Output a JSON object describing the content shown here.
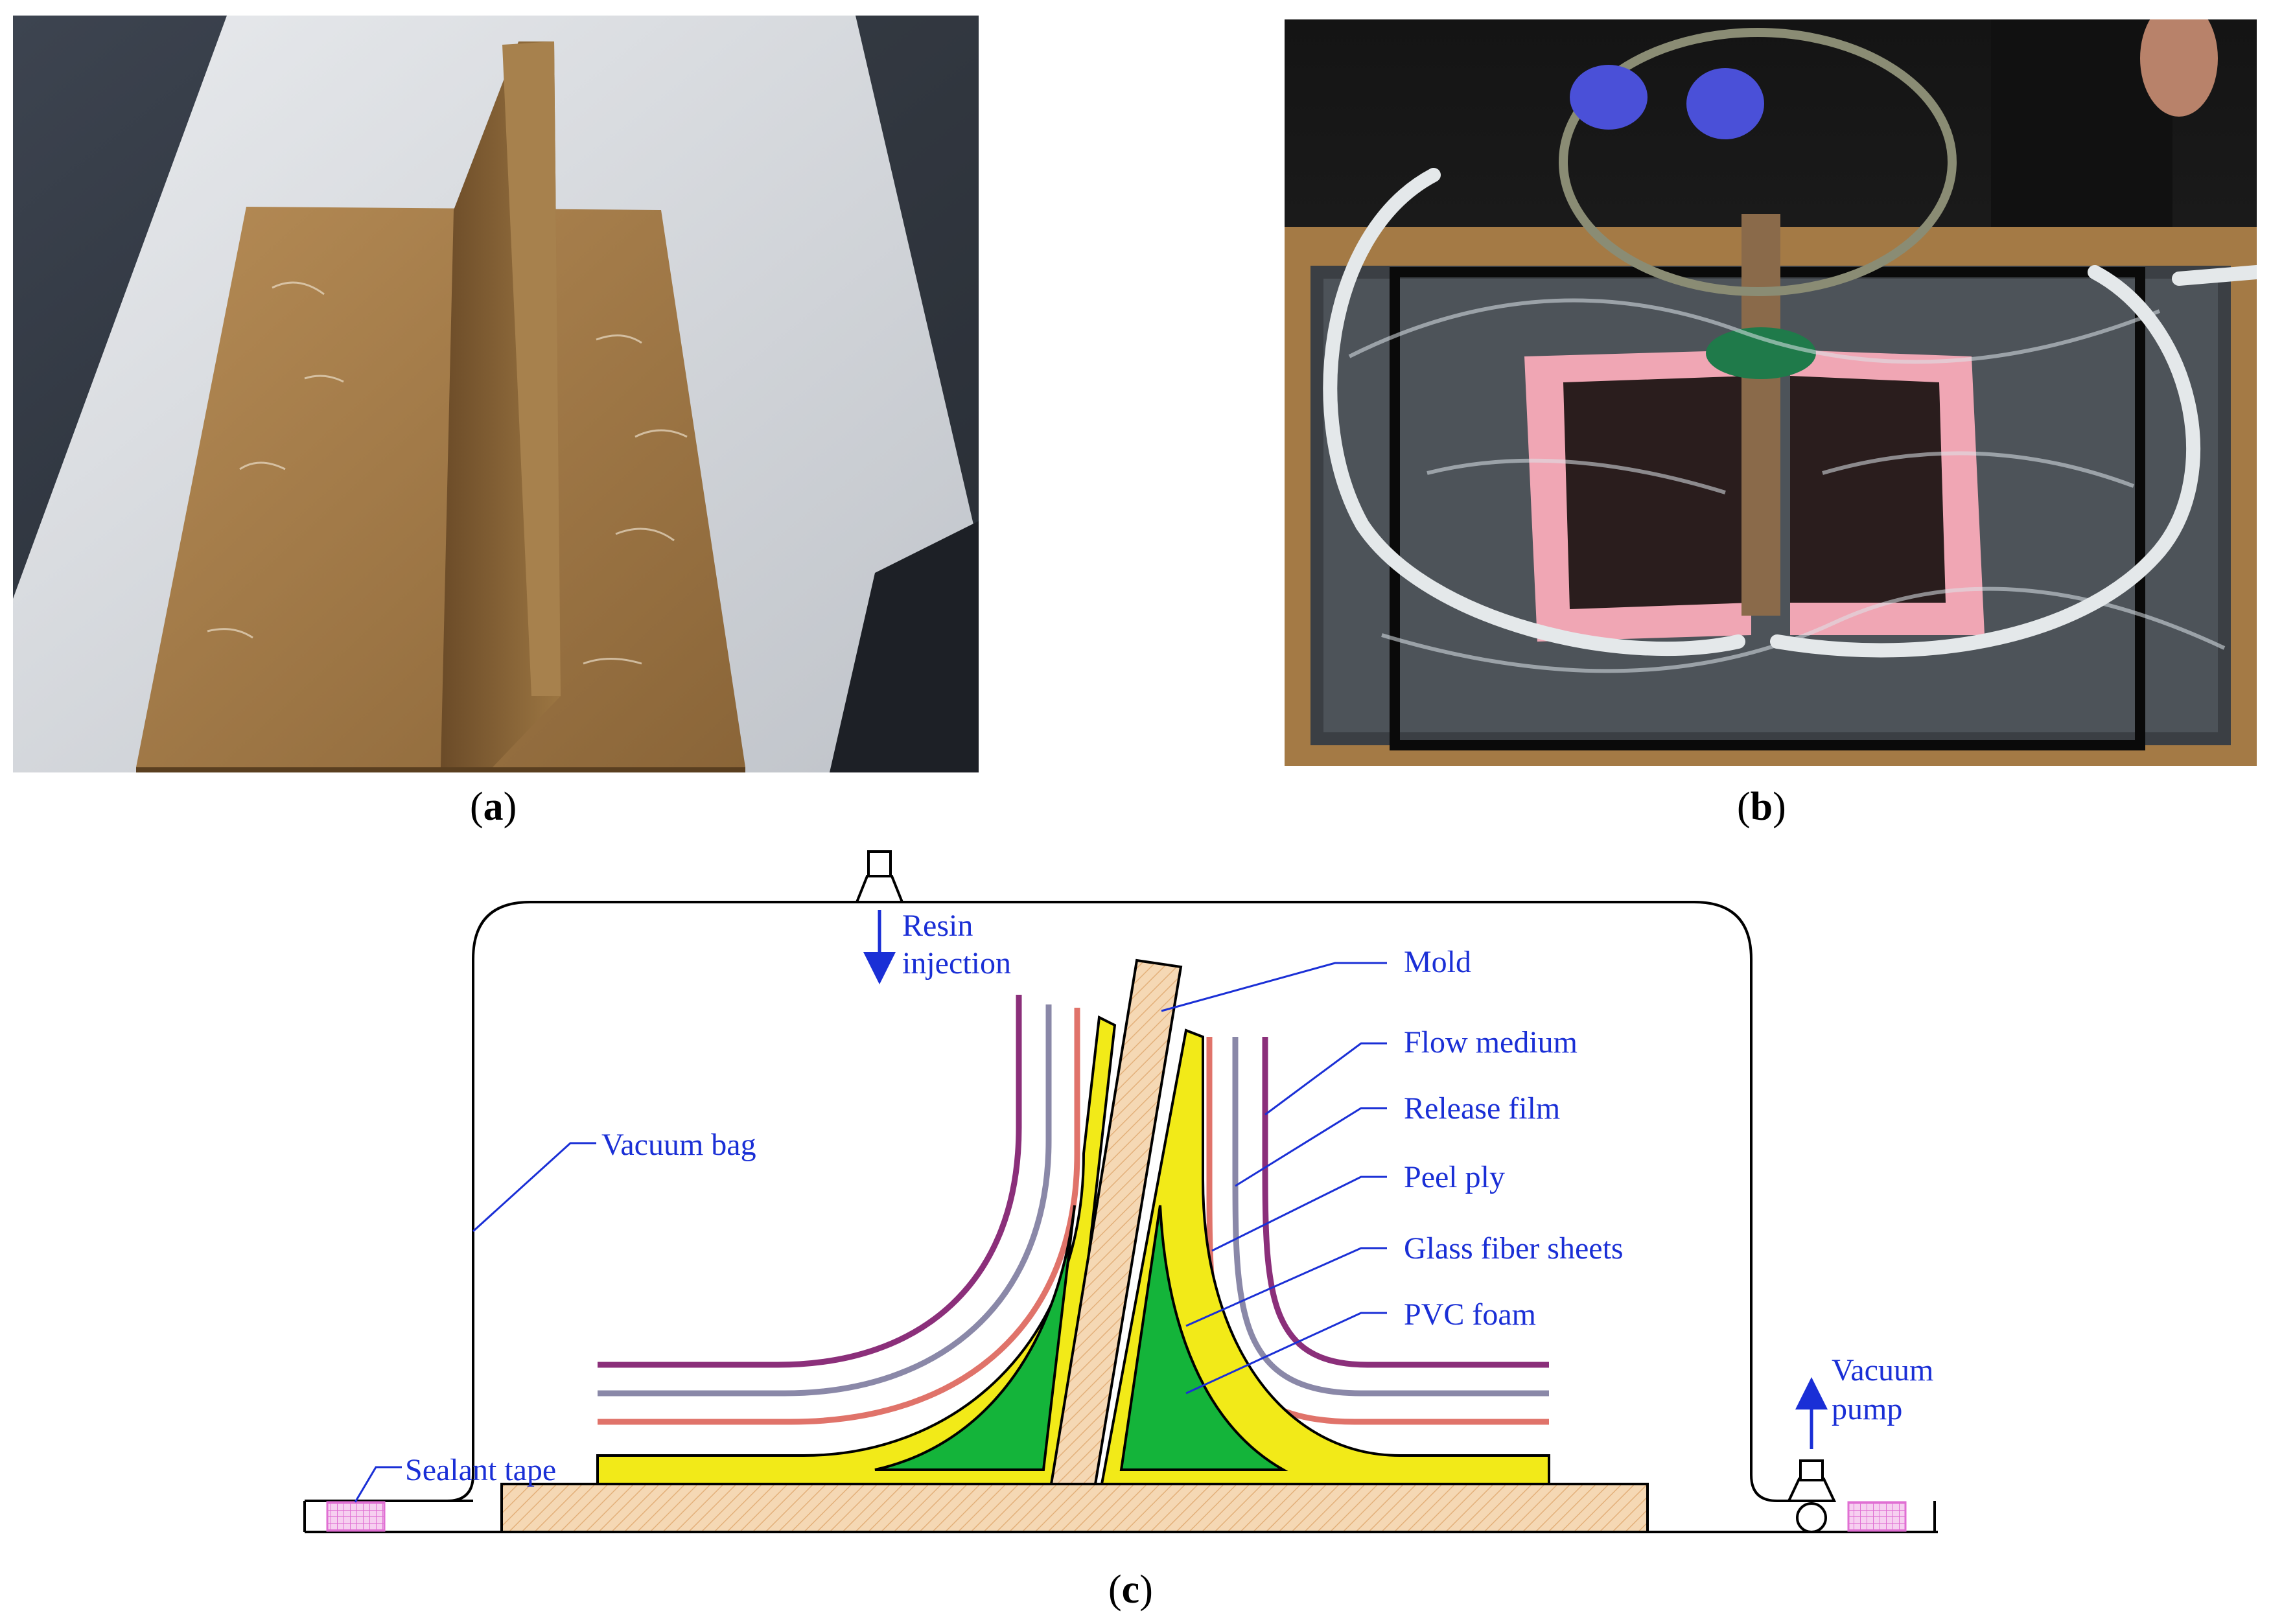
{
  "panels": {
    "a": {
      "label": "a"
    },
    "b": {
      "label": "b"
    },
    "c": {
      "label": "c"
    }
  },
  "diagram": {
    "labels": {
      "resin_injection_1": "Resin",
      "resin_injection_2": "injection",
      "mold": "Mold",
      "flow_medium": "Flow medium",
      "release_film": "Release film",
      "peel_ply": "Peel ply",
      "glass_fiber_sheets": "Glass fiber sheets",
      "pvc_foam": "PVC foam",
      "vacuum_bag": "Vacuum bag",
      "sealant_tape": "Sealant tape",
      "vacuum_pump_1": "Vacuum",
      "vacuum_pump_2": "pump"
    },
    "colors": {
      "label_text": "#1a2fd6",
      "arrow": "#1a2fd6",
      "flow_medium": "#8b2f7a",
      "release_film": "#8a88a8",
      "peel_ply": "#e0736a",
      "glass_fiber": "#f2ea18",
      "pvc_foam": "#14b43a",
      "mold": "#f5d8b4",
      "sealant": "#e79be0"
    }
  }
}
